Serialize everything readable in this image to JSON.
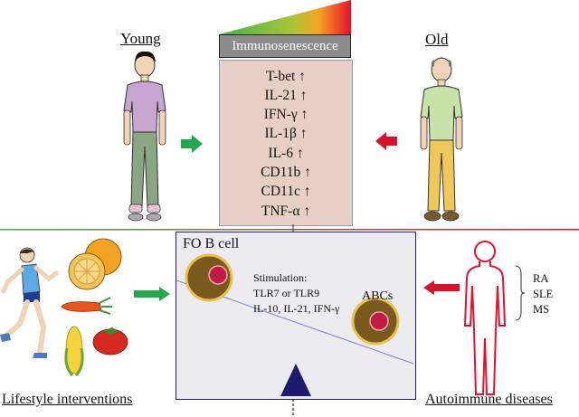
{
  "gradient_bar": {
    "color_start": "#3db34a",
    "color_mid": "#f5a623",
    "color_end": "#e8102b"
  },
  "header": {
    "title": "Immunosenescence"
  },
  "young": {
    "label": "Young"
  },
  "old": {
    "label": "Old"
  },
  "markers": [
    "T-bet ↑",
    "IL-21 ↑",
    "IFN-γ ↑",
    "IL-1β ↑",
    "IL-6 ↑",
    "CD11b ↑",
    "CD11c ↑",
    "TNF-α ↑"
  ],
  "center": {
    "fo_label": "FO B cell",
    "stimulation_title": "Stimulation:",
    "stimulation_line1": "TLR7 or TLR9",
    "stimulation_line2": "IL-10, IL-21, IFN-γ",
    "abc_label": "ABCs"
  },
  "lifestyle": {
    "label": "Lifestyle interventions"
  },
  "autoimmune": {
    "label": "Autoimmune diseases",
    "diseases": [
      "RA",
      "SLE",
      "MS"
    ]
  },
  "colors": {
    "arrow_green": "#22a84a",
    "arrow_red": "#d8102b",
    "cell_body": "#7a5a1c",
    "nucleus": "#c21845"
  }
}
